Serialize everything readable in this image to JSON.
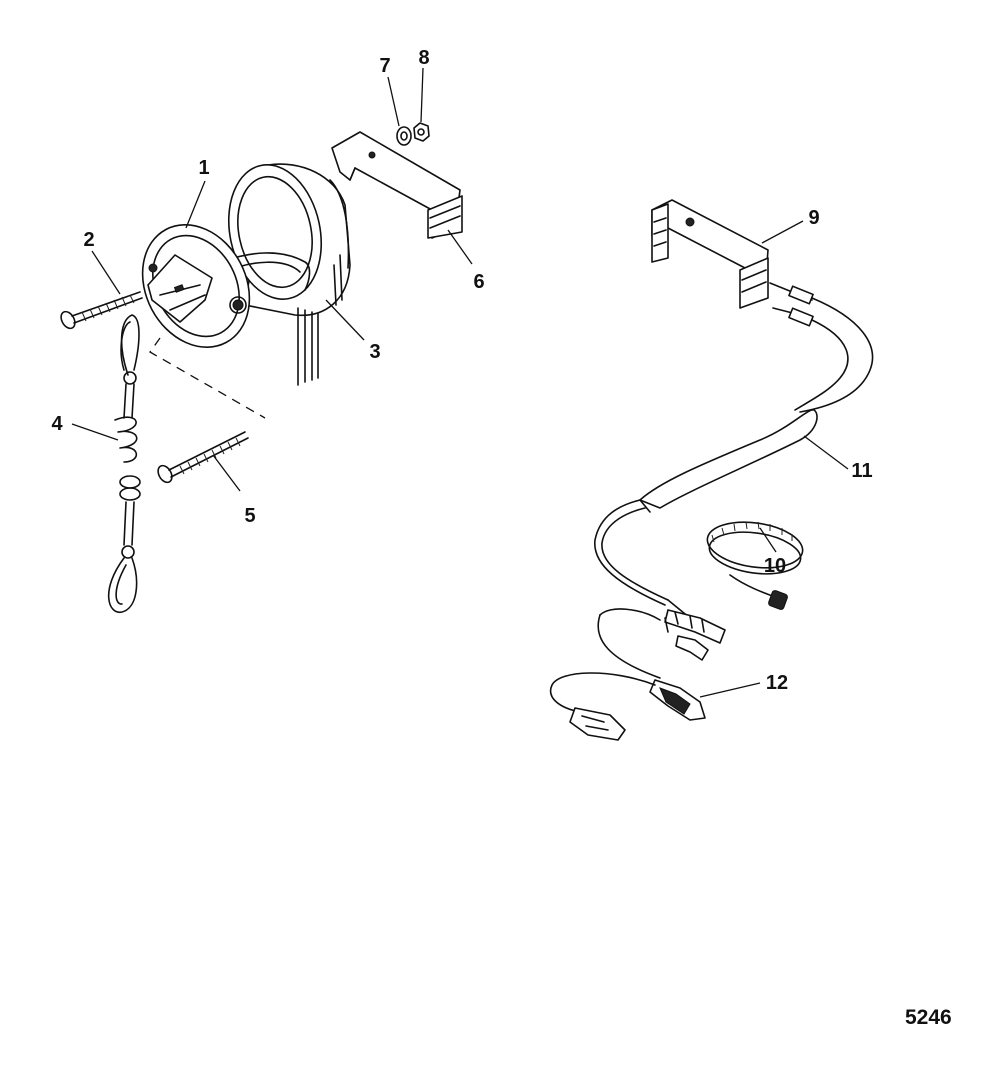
{
  "callouts": {
    "c1": "1",
    "c2": "2",
    "c3": "3",
    "c4": "4",
    "c5": "5",
    "c6": "6",
    "c7": "7",
    "c8": "8",
    "c9": "9",
    "c10": "10",
    "c11": "11",
    "c12": "12"
  },
  "figure_number": "5246"
}
